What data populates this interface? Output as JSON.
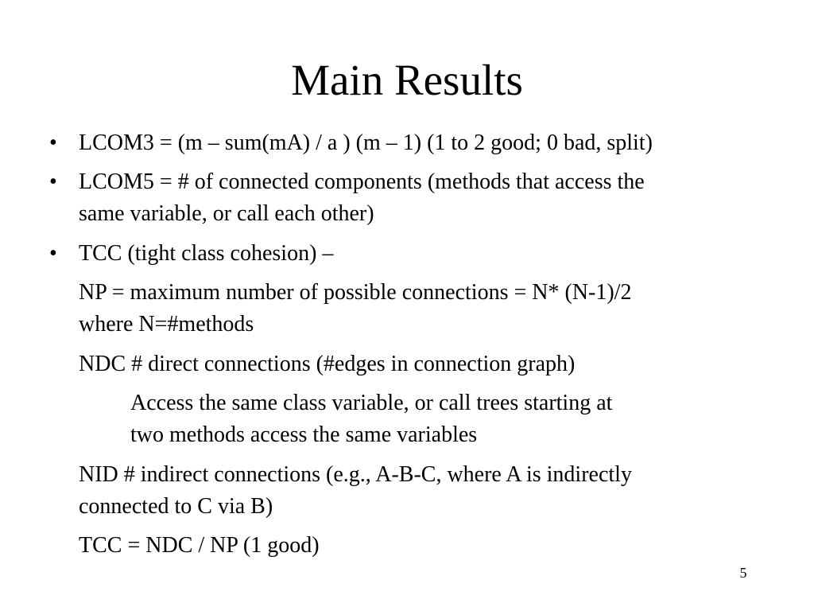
{
  "slide": {
    "title": "Main Results",
    "bullet_glyph": "•",
    "bullets": [
      {
        "lines": [
          "LCOM3 = (m – sum(mA) / a ) (m – 1) (1 to 2 good; 0 bad, split)"
        ]
      },
      {
        "lines": [
          "LCOM5 = # of connected components (methods that access the",
          "same variable, or call each other)"
        ]
      },
      {
        "lines": [
          "TCC (tight class cohesion) –"
        ]
      }
    ],
    "sub_paragraphs": [
      {
        "lines": [
          "NP = maximum number of possible connections = N* (N-1)/2",
          "where N=#methods"
        ]
      },
      {
        "lines": [
          "NDC # direct connections (#edges in connection graph)"
        ]
      },
      {
        "lines": [
          "Access the same class variable, or call trees starting at",
          "two methods access the same variables"
        ]
      },
      {
        "lines": [
          "NID # indirect connections (e.g., A-B-C, where A is indirectly",
          "connected to C via B)"
        ]
      },
      {
        "lines": [
          "TCC = NDC / NP (1 good)"
        ]
      }
    ],
    "page_number": "5"
  }
}
